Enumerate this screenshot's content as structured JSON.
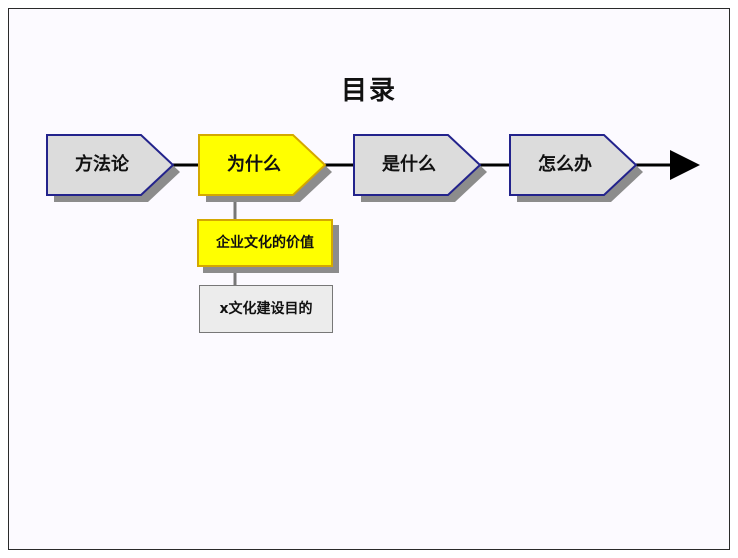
{
  "title": "目录",
  "steps": [
    {
      "label": "方法论",
      "active": false
    },
    {
      "label": "为什么",
      "active": true
    },
    {
      "label": "是什么",
      "active": false
    },
    {
      "label": "怎么办",
      "active": false
    }
  ],
  "sub_items": [
    {
      "label": "企业文化的价值",
      "highlighted": true
    },
    {
      "label": "x文化建设目的",
      "highlighted": false
    }
  ],
  "colors": {
    "chevron_fill": "#dcdcdc",
    "chevron_active_fill": "#ffff00",
    "chevron_border": "#23238c",
    "chevron_active_border": "#d4a800",
    "shadow": "#8c8c8c",
    "connector": "#000000"
  }
}
